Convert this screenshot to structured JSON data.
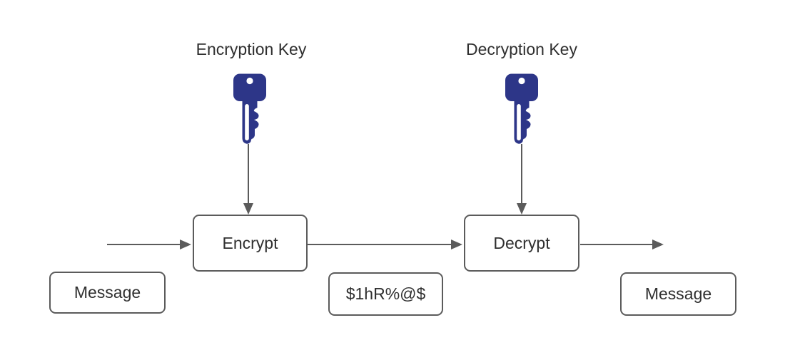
{
  "diagram": {
    "labels": {
      "encryption_key": "Encryption Key",
      "decryption_key": "Decryption Key"
    },
    "nodes": {
      "encrypt": "Encrypt",
      "decrypt": "Decrypt",
      "message_in": "Message",
      "ciphertext": "$1hR%@$",
      "message_out": "Message"
    },
    "icons": {
      "encryption": "key-icon",
      "decryption": "key-icon"
    },
    "colors": {
      "background": "#ffffff",
      "key_fill": "#2d3688",
      "line": "#5b5b5b",
      "box_border": "#5b5b5b",
      "box_fill": "#ffffff",
      "text": "#2f2f2f"
    }
  }
}
